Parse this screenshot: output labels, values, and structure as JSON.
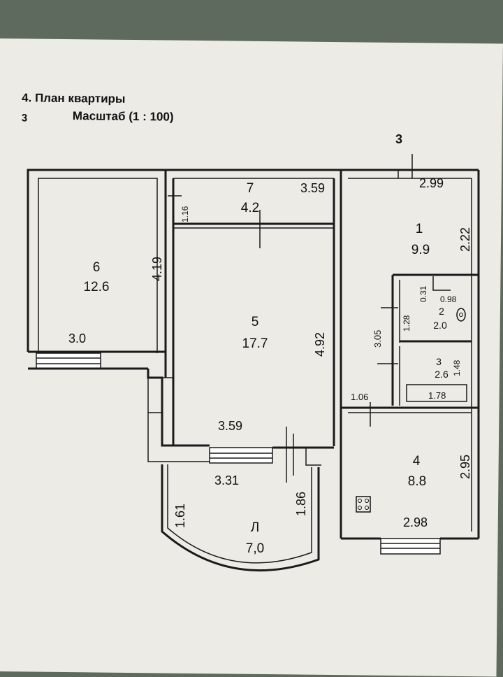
{
  "header": {
    "title": "4. План квартиры",
    "number": "3",
    "scale": "Масштаб (1 : 100)"
  },
  "section_mark": "3",
  "rooms": [
    {
      "num": "1",
      "area": "9.9"
    },
    {
      "num": "2",
      "area": "2.0"
    },
    {
      "num": "3",
      "area": "2.6"
    },
    {
      "num": "4",
      "area": "8.8"
    },
    {
      "num": "5",
      "area": "17.7"
    },
    {
      "num": "6",
      "area": "12.6"
    },
    {
      "num": "7",
      "area": "4.2"
    },
    {
      "num": "Л",
      "area": "7,0"
    }
  ],
  "dimensions": {
    "d359_top": "3.59",
    "d299": "2.99",
    "d222": "2.22",
    "d116": "1.16",
    "d419": "4.19",
    "d30": "3.0",
    "d492": "4.92",
    "d359_bottom": "3.59",
    "d331": "3.31",
    "d161": "1.61",
    "d186": "1.86",
    "d031": "0.31",
    "d098": "0.98",
    "d128": "1.28",
    "d305": "3.05",
    "d148": "1.48",
    "d178": "1.78",
    "d106": "1.06",
    "d295": "2.95",
    "d298": "2.98"
  },
  "icons": {
    "stove": "stove-icon",
    "toilet": "toilet-icon"
  }
}
